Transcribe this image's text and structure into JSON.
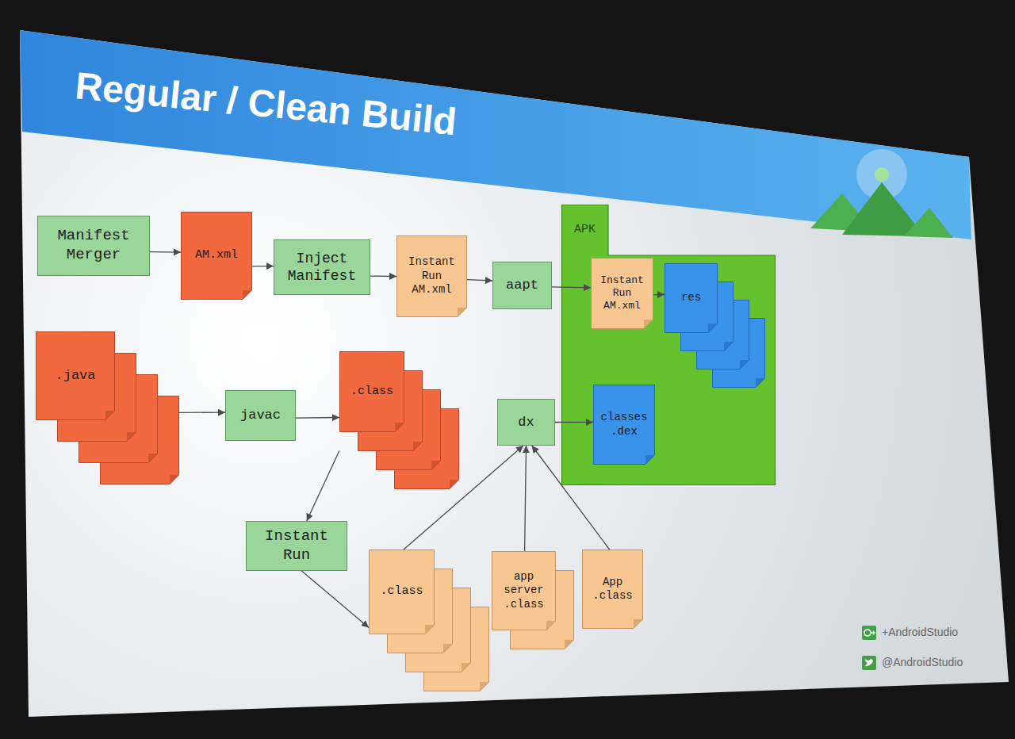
{
  "diagram": {
    "title": "Regular / Clean Build",
    "nodes": [
      {
        "text": [
          "Manifest Merger"
        ]
      },
      {
        "text": [
          "AM.xml"
        ]
      },
      {
        "text": [
          "Inject Manifest"
        ]
      },
      {
        "text": [
          "Instant Run AM.xml"
        ]
      },
      {
        "text": [
          "aapt"
        ]
      },
      {
        "text": [
          "APK"
        ]
      },
      {
        "text": [
          "Instant Run AM.xml"
        ],
        "in": 5
      },
      {
        "text": [
          "res"
        ],
        "in": 5
      },
      {
        "text": [
          ".java"
        ]
      },
      {
        "text": [
          "javac"
        ]
      },
      {
        "text": [
          ".class"
        ]
      },
      {
        "text": [
          "dx"
        ]
      },
      {
        "text": [
          "classes .dex"
        ],
        "in": 5
      },
      {
        "text": [
          "Instant Run"
        ]
      },
      {
        "text": [
          ".class"
        ]
      },
      {
        "text": [
          "app server .class"
        ]
      },
      {
        "text": [
          "App .class"
        ]
      }
    ],
    "edges": [
      {
        "from": 0,
        "to": 1,
        "arrow": "to"
      },
      {
        "from": 1,
        "to": 2,
        "arrow": "to"
      },
      {
        "from": 2,
        "to": 3,
        "arrow": "to"
      },
      {
        "from": 3,
        "to": 4,
        "arrow": "to"
      },
      {
        "from": 4,
        "to": 6,
        "arrow": "to"
      },
      {
        "from": 6,
        "to": 7,
        "arrow": "to"
      },
      {
        "from": 8,
        "to": 9,
        "arrow": "to"
      },
      {
        "from": 9,
        "to": 10,
        "arrow": "to"
      },
      {
        "from": 10,
        "to": 13,
        "arrow": "to"
      },
      {
        "from": 13,
        "to": 14,
        "arrow": "to"
      },
      {
        "from": 14,
        "to": 11,
        "arrow": "to"
      },
      {
        "from": 15,
        "to": 11,
        "arrow": "to"
      },
      {
        "from": 16,
        "to": 11,
        "arrow": "to"
      },
      {
        "from": 11,
        "to": 12,
        "arrow": "to"
      }
    ],
    "labels": [
      "+AndroidStudio",
      "@AndroidStudio"
    ]
  }
}
